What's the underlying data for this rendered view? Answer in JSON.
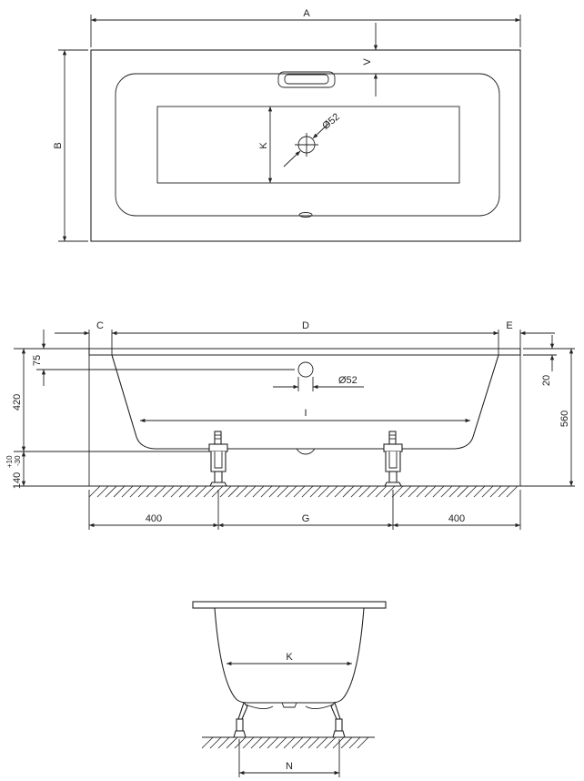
{
  "colors": {
    "line": "#222222",
    "background": "#ffffff"
  },
  "top_view": {
    "label_width": "A",
    "label_depth": "B",
    "label_head_offset": "V",
    "label_bottom_width": "K",
    "label_drain": "Ø52"
  },
  "side_view": {
    "label_left_rim": "C",
    "label_length": "D",
    "label_right_rim": "E",
    "label_rim_drop": "75",
    "label_overflow": "Ø52",
    "label_rim_thickness": "20",
    "label_inner_height": "420",
    "label_total_height": "560",
    "label_feet_height": "140",
    "label_feet_tol_plus": "+10",
    "label_feet_tol_minus": "-30",
    "label_bottom_length": "I",
    "label_left_offset": "400",
    "label_feet_spacing": "G",
    "label_right_offset": "400"
  },
  "end_view": {
    "label_bottom_width": "K",
    "label_feet_width": "N"
  }
}
